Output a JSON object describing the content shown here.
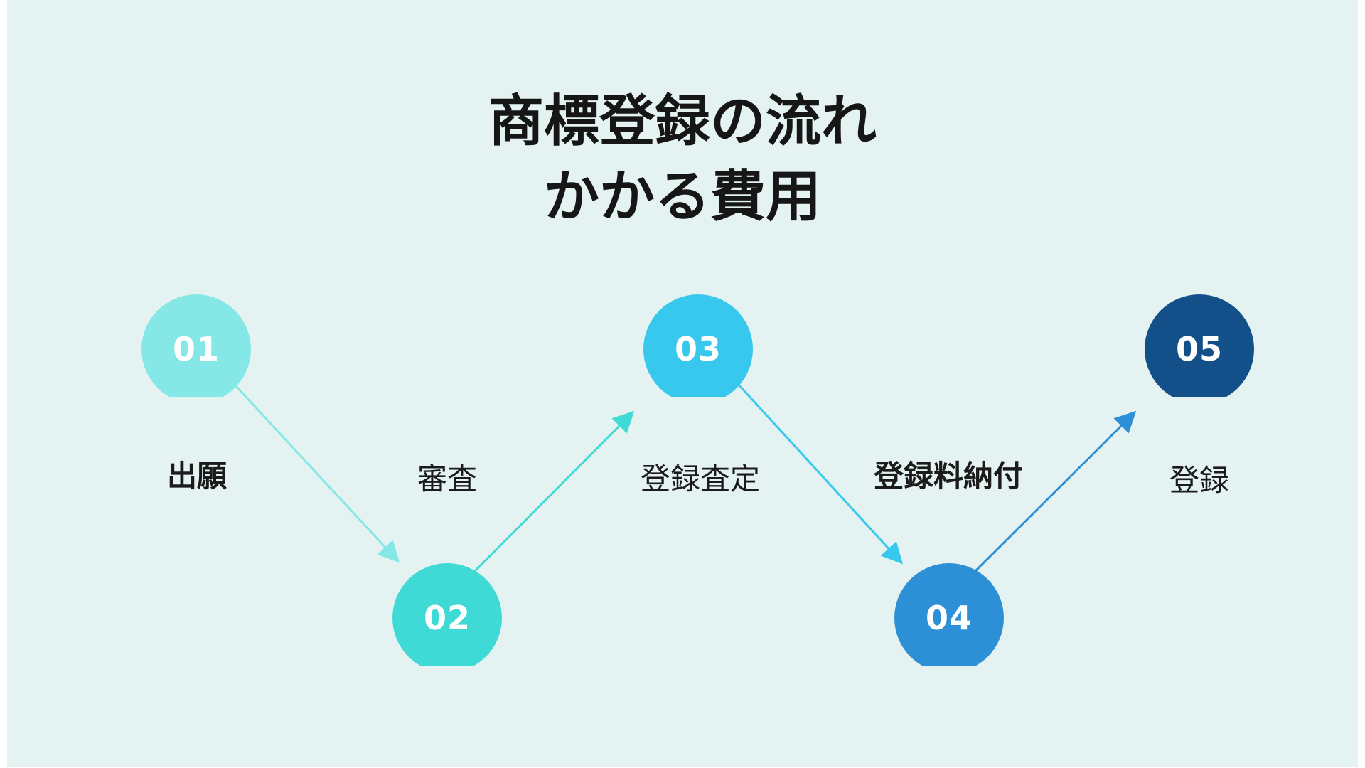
{
  "title": {
    "line1": "商標登録の流れ",
    "line2": "かかる費用"
  },
  "steps": [
    {
      "number": "01",
      "label": "出願",
      "color": "#86e8e6",
      "label_weight": "bold"
    },
    {
      "number": "02",
      "label": "審査",
      "color": "#3fdad6",
      "label_weight": "normal"
    },
    {
      "number": "03",
      "label": "登録査定",
      "color": "#38c8ee",
      "label_weight": "normal"
    },
    {
      "number": "04",
      "label": "登録料納付",
      "color": "#2d90d6",
      "label_weight": "bold"
    },
    {
      "number": "05",
      "label": "登録",
      "color": "#13508a",
      "label_weight": "normal"
    }
  ],
  "background_color": "#e4f3f2",
  "arrow_colors": [
    "#86e8e6",
    "#3fdad6",
    "#38c8ee",
    "#2d90d6"
  ]
}
